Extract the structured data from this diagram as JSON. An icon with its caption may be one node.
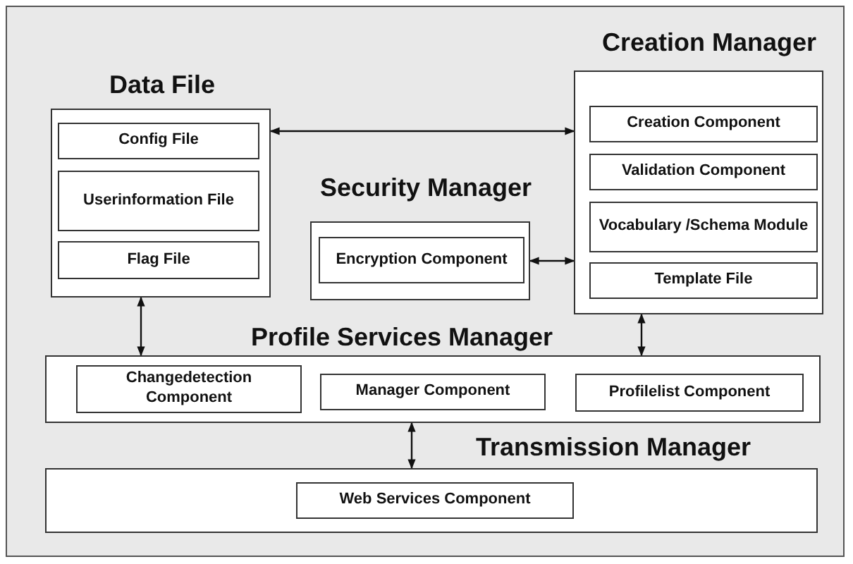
{
  "diagram": {
    "nodes": [
      {
        "text": [
          "Data File"
        ]
      },
      {
        "text": [
          "Config File"
        ],
        "in": 0
      },
      {
        "text": [
          "Userinformation File"
        ],
        "in": 0
      },
      {
        "text": [
          "Flag File"
        ],
        "in": 0
      },
      {
        "text": [
          "Security Manager"
        ]
      },
      {
        "text": [
          "Encryption Component"
        ],
        "in": 4
      },
      {
        "text": [
          "Creation Manager"
        ]
      },
      {
        "text": [
          "Creation Component"
        ],
        "in": 6
      },
      {
        "text": [
          "Validation Component"
        ],
        "in": 6
      },
      {
        "text": [
          "Vocabulary /Schema Module"
        ],
        "in": 6
      },
      {
        "text": [
          "Template File"
        ],
        "in": 6
      },
      {
        "text": [
          "Profile Services Manager"
        ]
      },
      {
        "text": [
          "Changedetection Component"
        ],
        "in": 11
      },
      {
        "text": [
          "Manager Component"
        ],
        "in": 11
      },
      {
        "text": [
          "Profilelist Component"
        ],
        "in": 11
      },
      {
        "text": [
          "Transmission Manager"
        ]
      },
      {
        "text": [
          "Web Services Component"
        ],
        "in": 15
      }
    ],
    "edges": [
      {
        "from": 0,
        "to": 6,
        "arrow": "both"
      },
      {
        "from": 4,
        "to": 6,
        "arrow": "both"
      },
      {
        "from": 0,
        "to": 11,
        "arrow": "both"
      },
      {
        "from": 6,
        "to": 11,
        "arrow": "both"
      },
      {
        "from": 11,
        "to": 15,
        "arrow": "both"
      }
    ]
  }
}
